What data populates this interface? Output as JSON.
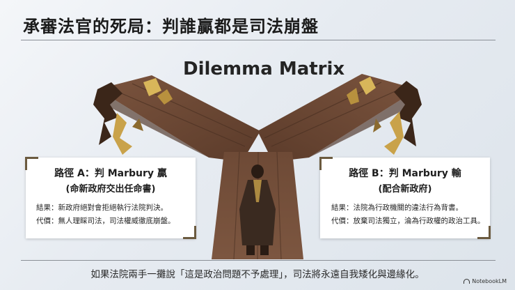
{
  "slide": {
    "title": "承審法官的死局：判誰贏都是司法崩盤",
    "heading": "Dilemma Matrix"
  },
  "path_a": {
    "title": "路徑 A：判 Marbury 贏",
    "subtitle": "(命新政府交出任命書)",
    "result": "結果：新政府絕對會拒絕執行法院判決。",
    "cost": "代價：無人理睬司法，司法權威徹底崩盤。"
  },
  "path_b": {
    "title": "路徑 B：判 Marbury 輸",
    "subtitle": "(配合新政府)",
    "result": "結果：法院為行政機關的違法行為背書。",
    "cost": "代價：放棄司法獨立，淪為行政權的政治工具。"
  },
  "footer": {
    "conclusion": "如果法院兩手一攤說「這是政治問題不予處理」，司法將永遠自我矮化與邊緣化。",
    "badge": "NotebookLM"
  },
  "colors": {
    "wood": "#6e4a36",
    "wood_dark": "#4a3022",
    "gold": "#c9a24a",
    "card_corner": "#6b5a3f"
  },
  "icons": {
    "badge": "notebooklm-icon"
  }
}
